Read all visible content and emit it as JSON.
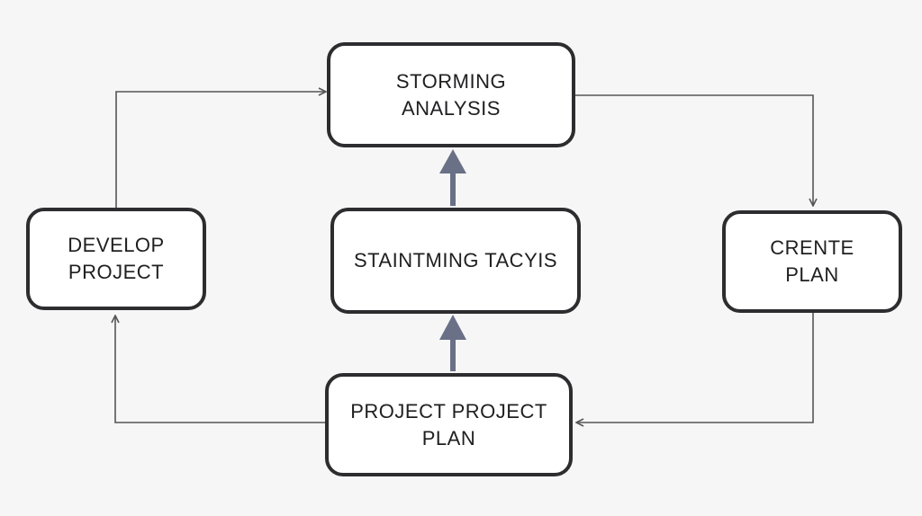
{
  "diagram": {
    "colors": {
      "background": "#f6f6f7",
      "box_border": "#2d2d2f",
      "box_fill": "#ffffff",
      "text": "#1f1f21",
      "thin_arrow": "#555555",
      "thick_arrow": "#6a7186"
    },
    "nodes": {
      "storming": {
        "label": "STORMING\nANALYSIS"
      },
      "staintming": {
        "label": "STAINTMING TACYIS"
      },
      "project_plan": {
        "label": "PROJECT PROJECT\nPLAN"
      },
      "develop": {
        "label": "DEVELOP\nPROJECT"
      },
      "crente": {
        "label": "CRENTE\nPLAN"
      }
    },
    "edges": [
      {
        "from": "develop",
        "to": "storming",
        "style": "thin"
      },
      {
        "from": "storming",
        "to": "crente",
        "style": "thin"
      },
      {
        "from": "crente",
        "to": "project_plan",
        "style": "thin"
      },
      {
        "from": "project_plan",
        "to": "develop",
        "style": "thin"
      },
      {
        "from": "project_plan",
        "to": "staintming",
        "style": "thick"
      },
      {
        "from": "staintming",
        "to": "storming",
        "style": "thick"
      }
    ]
  }
}
